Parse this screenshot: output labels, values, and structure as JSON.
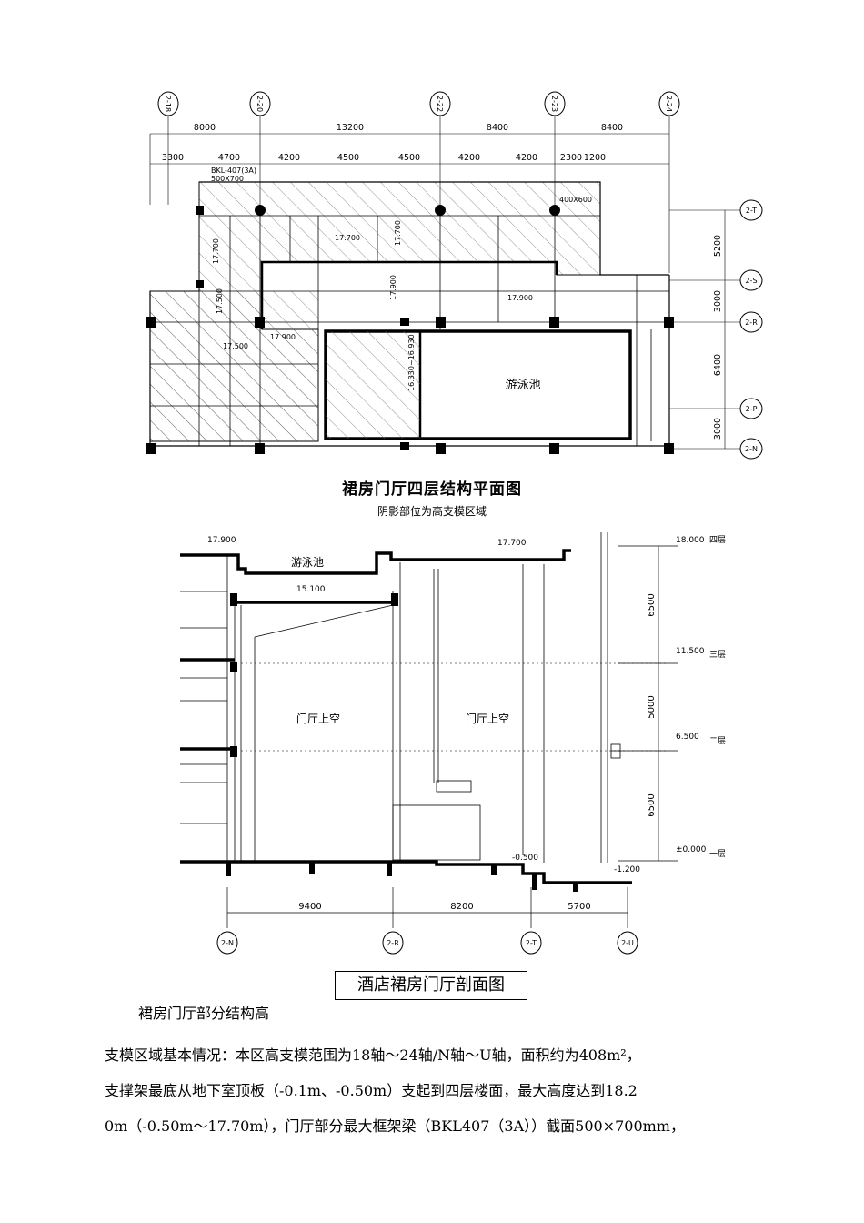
{
  "plan": {
    "axis_top": [
      "2-18",
      "2-20",
      "2-22",
      "2-23",
      "2-24"
    ],
    "axis_right": [
      "2-T",
      "2-S",
      "2-R",
      "2-P",
      "2-N"
    ],
    "dims_top_major": [
      "8000",
      "13200",
      "8400",
      "8400"
    ],
    "dims_top_minor": [
      "3300",
      "4700",
      "4200",
      "4500",
      "4500",
      "4200",
      "4200",
      "2300",
      "1200"
    ],
    "dims_right": [
      "5200",
      "3000",
      "6400",
      "3000"
    ],
    "beam_label": [
      "BKL-407(3A)",
      "500X700"
    ],
    "column_note": "400X600",
    "elevations": [
      "17.700",
      "17.700",
      "17.700",
      "17.900",
      "17.500",
      "17.500",
      "17.900",
      "17.900",
      "16.330~16.930"
    ],
    "pool_label": "游泳池",
    "title": "裙房门厅四层结构平面图",
    "subtitle": "阴影部位为高支模区域"
  },
  "section": {
    "pool_label": "游泳池",
    "hall_labels": [
      "门厅上空",
      "门厅上空"
    ],
    "levels": [
      {
        "value": "18.000",
        "name": "四层"
      },
      {
        "value": "11.500",
        "name": "三层"
      },
      {
        "value": "6.500",
        "name": "二层"
      },
      {
        "value": "±0.000",
        "name": "一层"
      }
    ],
    "dims_right": [
      "6500",
      "5000",
      "6500"
    ],
    "elevations": [
      "17.900",
      "17.700",
      "15.100",
      "-0.500",
      "-1.200"
    ],
    "dims_bottom": [
      "9400",
      "8200",
      "5700"
    ],
    "axis_bottom": [
      "2-N",
      "2-R",
      "2-T",
      "2-U"
    ],
    "title": "酒店裙房门厅剖面图"
  },
  "text": {
    "line1": "裙房门厅部分结构高",
    "line2": "支模区域基本情况：本区高支模范围为18轴～24轴/N轴～U轴，面积约为408m²，",
    "line3": "支撑架最底从地下室顶板（-0.1m、-0.50m）支起到四层楼面，最大高度达到18.2",
    "line4": "0m（-0.50m～17.70m），门厅部分最大框架梁（BKL407（3A））截面500×700mm，"
  }
}
